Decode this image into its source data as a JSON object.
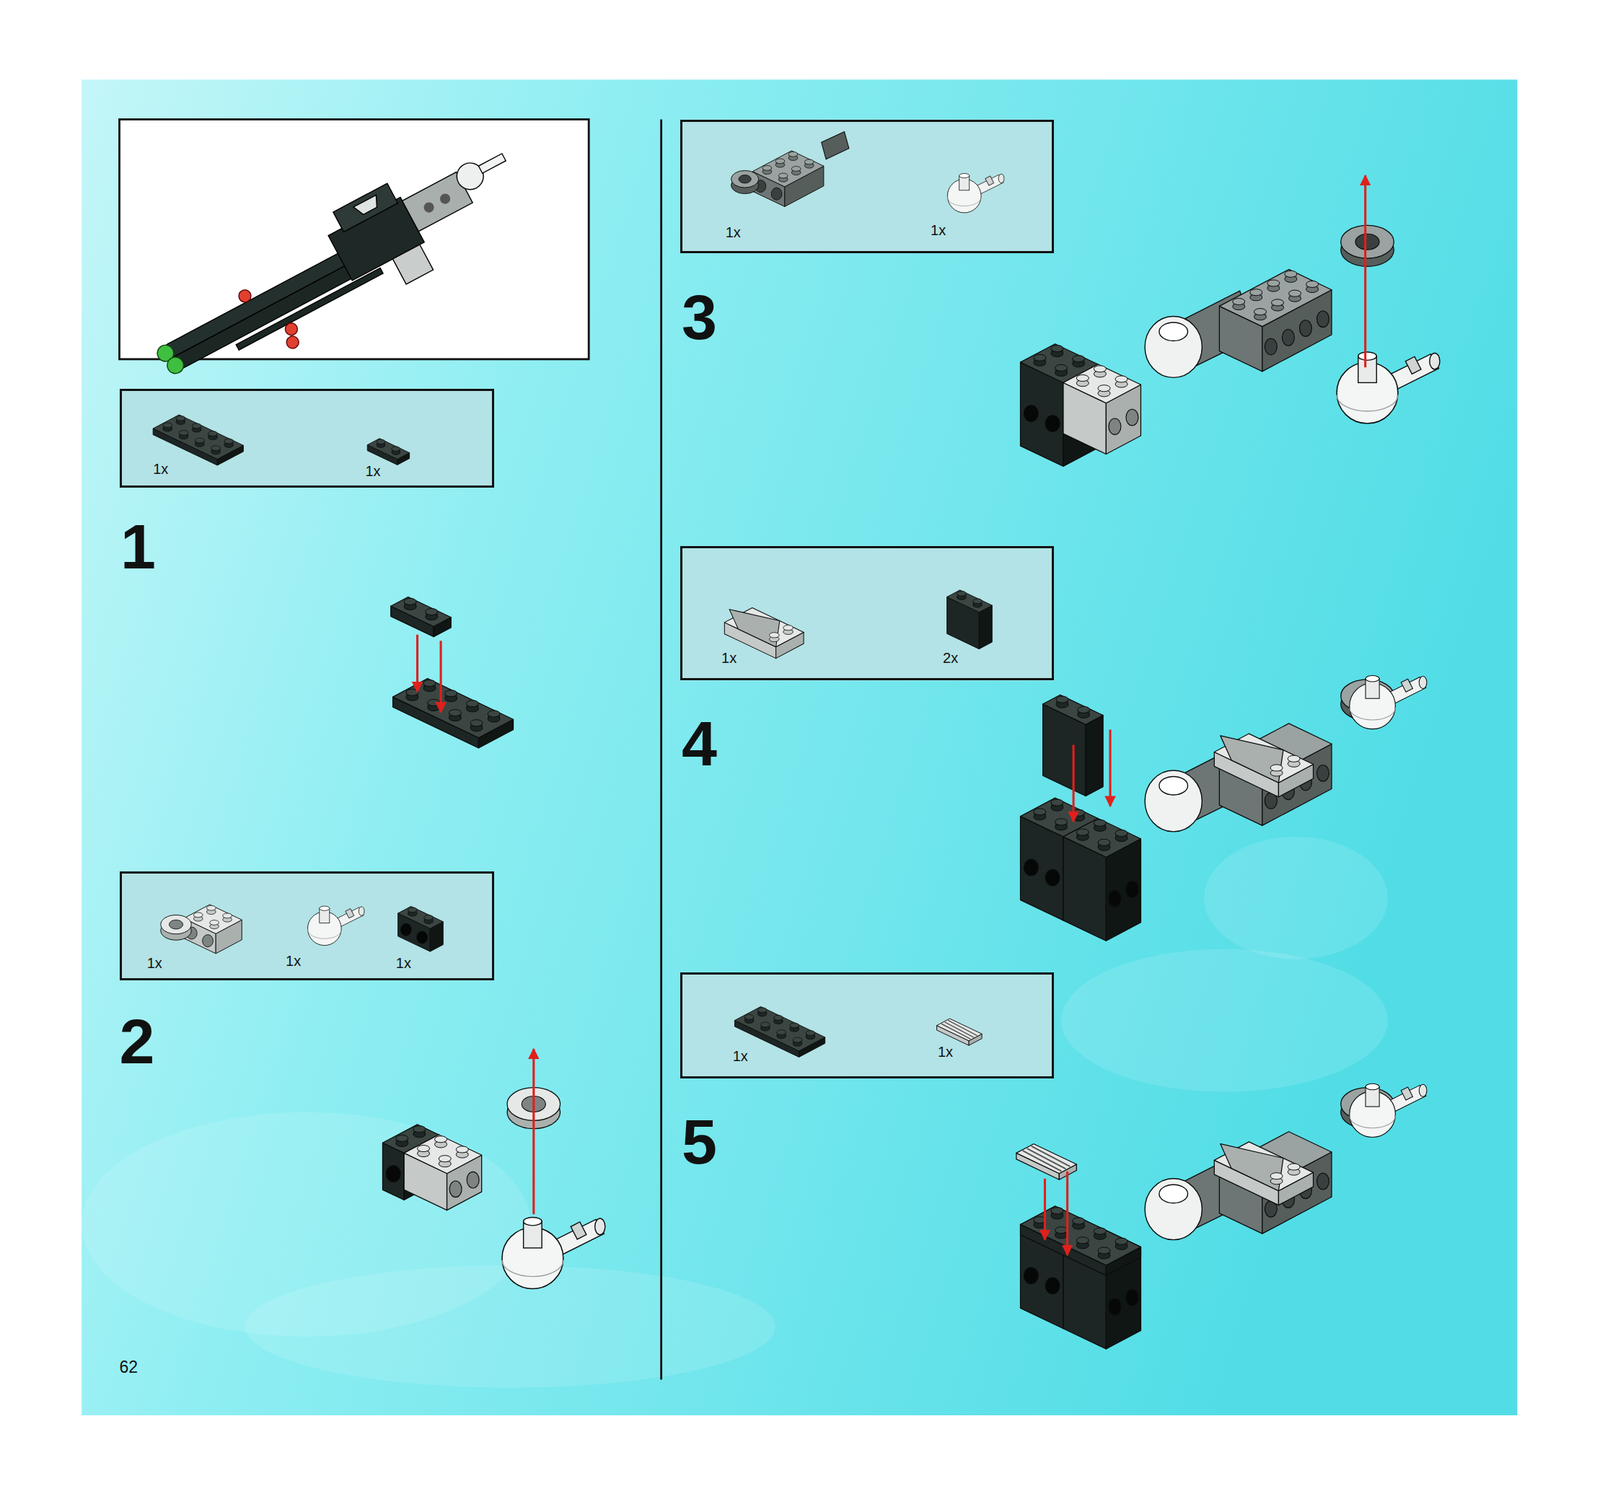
{
  "diagram": {
    "nodes": [
      {
        "text": [
          "1x",
          "1x"
        ]
      },
      {
        "text": [
          "1x",
          "1x",
          "1x"
        ]
      },
      {
        "text": [
          "1x",
          "1x"
        ]
      },
      {
        "text": [
          "1x",
          "2x"
        ]
      },
      {
        "text": [
          "1x",
          "1x"
        ]
      }
    ],
    "labels": [
      "1",
      "2",
      "62",
      "3",
      "4",
      "5"
    ]
  }
}
